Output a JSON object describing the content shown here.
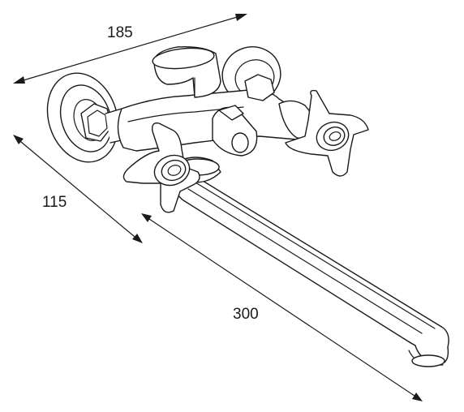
{
  "diagram": {
    "dimensions": [
      {
        "id": "width",
        "label": "185"
      },
      {
        "id": "depth",
        "label": "115"
      },
      {
        "id": "spout",
        "label": "300"
      }
    ]
  }
}
